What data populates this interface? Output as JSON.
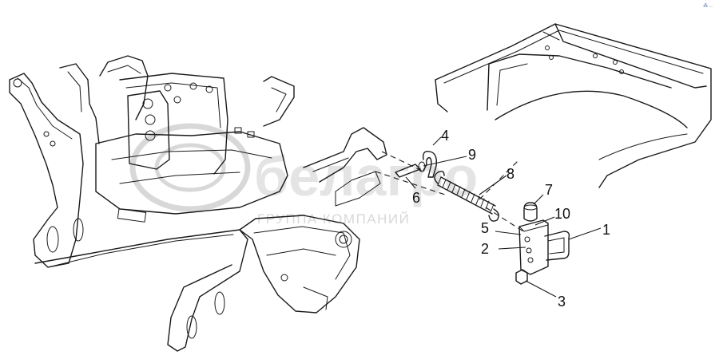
{
  "watermark": {
    "brand": "белагро",
    "tagline": "ГРУППА КОМПАНИЙ",
    "logo_color": "#cfcfcf"
  },
  "callouts": [
    {
      "id": "1",
      "label": "1"
    },
    {
      "id": "2",
      "label": "2"
    },
    {
      "id": "3",
      "label": "3"
    },
    {
      "id": "4",
      "label": "4"
    },
    {
      "id": "5",
      "label": "5"
    },
    {
      "id": "6",
      "label": "6"
    },
    {
      "id": "7",
      "label": "7"
    },
    {
      "id": "8",
      "label": "8"
    },
    {
      "id": "9",
      "label": "9"
    },
    {
      "id": "10",
      "label": "10"
    }
  ],
  "corner_mark": "⁂ ‥",
  "colors": {
    "line": "#1a1a1a",
    "background": "#ffffff",
    "watermark": "#c9c9c9"
  }
}
